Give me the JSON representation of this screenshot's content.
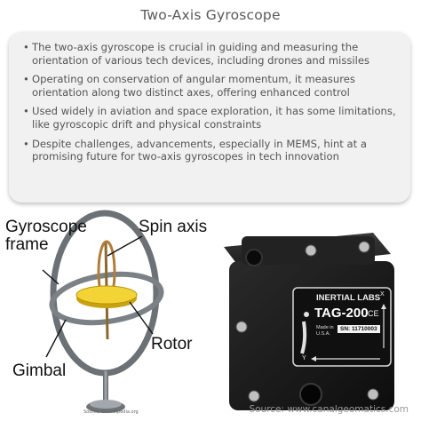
{
  "title": "Two-Axis Gyroscope",
  "bullets": [
    "The two-axis gyroscope is crucial in guiding and measuring the orientation of various tech devices, including drones and missiles",
    "Operating on conservation of angular momentum, it measures orientation along two distinct axes, offering enhanced control",
    "Used widely in aviation and space exploration, it has some limitations, like gyroscopic drift and physical constraints",
    "Despite challenges, advancements, especially in MEMS, hint at a promising future for two-axis gyroscopes in tech innovation"
  ],
  "diagram": {
    "labels": {
      "frame_line1": "Gyroscope",
      "frame_line2": "frame",
      "spin_axis": "Spin axis",
      "gimbal": "Gimbal",
      "rotor": "Rotor"
    },
    "credit": "Source: en.wikipedia.org"
  },
  "device": {
    "brand": "INERTIAL LABS",
    "model": "TAG-200",
    "ce_mark": "CE",
    "made_in_line1": "Made in",
    "made_in_line2": "U.S.A.",
    "serial": "SN: 11710003",
    "axis_x": "X",
    "axis_y": "Y"
  },
  "source": "Source: www.canalgeomatics.com"
}
